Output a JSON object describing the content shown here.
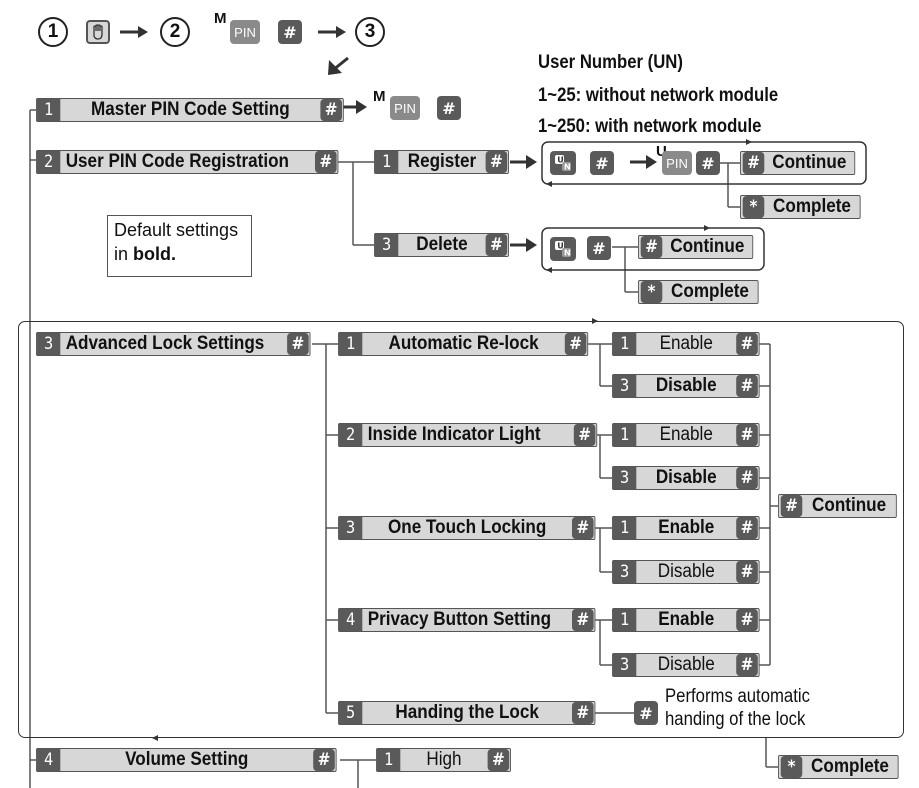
{
  "sequence": {
    "steps": [
      "1",
      "2",
      "3"
    ],
    "master_superscript": "M",
    "pin_label": "PIN",
    "hash_symbol": "#"
  },
  "user_number": {
    "title": "User Number (UN)",
    "range_without": "1~25: without network module",
    "range_with": "1~250: with network module"
  },
  "note": {
    "line1": "Default settings",
    "line2_prefix": "in ",
    "line2_bold": "bold."
  },
  "menu": {
    "master": {
      "num": "1",
      "label": "Master PIN Code Setting"
    },
    "user": {
      "num": "2",
      "label": "User PIN Code Registration"
    },
    "register": {
      "num": "1",
      "label": "Register"
    },
    "delete": {
      "num": "3",
      "label": "Delete"
    },
    "advanced": {
      "num": "3",
      "label": "Advanced Lock Settings"
    },
    "volume": {
      "num": "4",
      "label": "Volume Setting"
    },
    "high": {
      "num": "1",
      "label": "High"
    }
  },
  "registration_flow": {
    "user_superscript": "U",
    "un_icon": "un-key-icon",
    "continue_label": "Continue",
    "complete_label": "Complete",
    "star_symbol": "*"
  },
  "advanced_items": [
    {
      "num": "1",
      "label": "Automatic Re-lock",
      "opt1": {
        "num": "1",
        "label": "Enable"
      },
      "opt2": {
        "num": "3",
        "label": "Disable"
      }
    },
    {
      "num": "2",
      "label": "Inside Indicator Light",
      "opt1": {
        "num": "1",
        "label": "Enable"
      },
      "opt2": {
        "num": "3",
        "label": "Disable"
      }
    },
    {
      "num": "3",
      "label": "One Touch Locking",
      "opt1": {
        "num": "1",
        "label": "Enable"
      },
      "opt2": {
        "num": "3",
        "label": "Disable"
      }
    },
    {
      "num": "4",
      "label": "Privacy Button Setting",
      "opt1": {
        "num": "1",
        "label": "Enable"
      },
      "opt2": {
        "num": "3",
        "label": "Disable"
      }
    },
    {
      "num": "5",
      "label": "Handing the Lock"
    }
  ],
  "handing_note": {
    "line1": "Performs automatic",
    "line2": "handing of the lock"
  },
  "advanced_continue": "Continue",
  "advanced_complete": "Complete",
  "colors": {
    "box_fill": "#d7d7d7",
    "key_fill": "#5a5a5a",
    "pin_fill": "#8a8a8a",
    "line": "#555555"
  }
}
